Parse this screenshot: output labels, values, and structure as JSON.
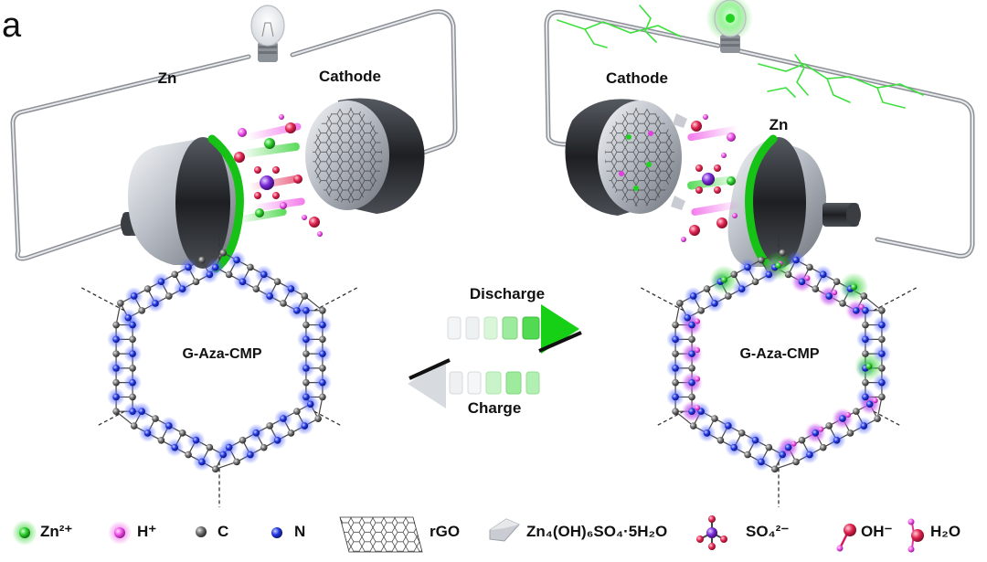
{
  "panel_letter": "a",
  "left": {
    "zn_label": "Zn",
    "cathode_label": "Cathode",
    "framework_label": "G-Aza-CMP"
  },
  "right": {
    "zn_label": "Zn",
    "cathode_label": "Cathode",
    "framework_label": "G-Aza-CMP"
  },
  "center": {
    "discharge_label": "Discharge",
    "charge_label": "Charge"
  },
  "legend": [
    {
      "key": "zn2",
      "text": "Zn²⁺",
      "color": "#22c922"
    },
    {
      "key": "h",
      "text": "H⁺",
      "color": "#e33fe0"
    },
    {
      "key": "c",
      "text": "C",
      "color": "#3a3a3a"
    },
    {
      "key": "n",
      "text": "N",
      "color": "#1a2fd6"
    },
    {
      "key": "rgo",
      "text": "rGO",
      "color": "#222222"
    },
    {
      "key": "zhs",
      "text": "Zn₄(OH)₆SO₄·5H₂O",
      "color": "#c9ccd2"
    },
    {
      "key": "so4",
      "text": "SO₄²⁻",
      "color": "#d0201f"
    },
    {
      "key": "oh",
      "text": "OH⁻",
      "color": "#d4185a"
    },
    {
      "key": "h2o",
      "text": "H₂O",
      "color": "#e0379a"
    }
  ],
  "colors": {
    "green_glow": "#2fd12f",
    "pink_glow": "#f05ae8",
    "blue_glow": "#4a5cff",
    "metal": "#9aa0a8"
  }
}
